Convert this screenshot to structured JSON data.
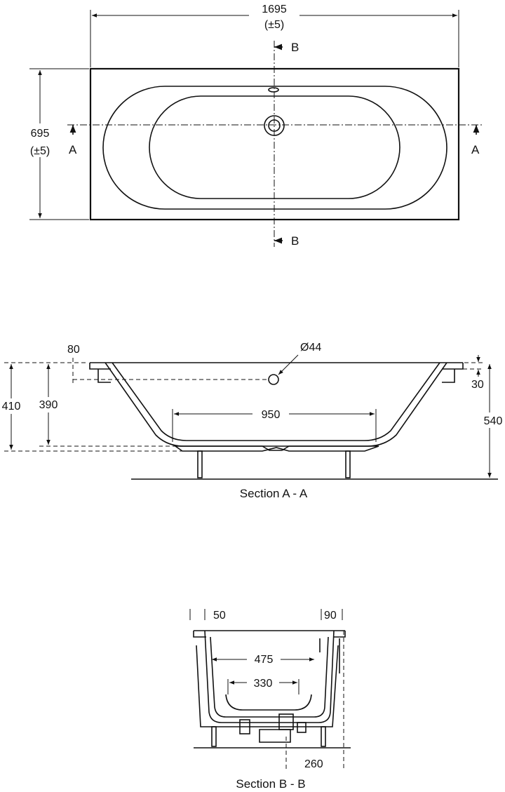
{
  "plan": {
    "length": "1695",
    "length_tol": "(±5)",
    "width": "695",
    "width_tol": "(±5)",
    "section_a": "A",
    "section_b": "B"
  },
  "section_aa": {
    "title": "Section A - A",
    "rim_width": "80",
    "waste_dia": "Ø44",
    "depth_total": "410",
    "depth_inner": "390",
    "base_length": "950",
    "rim_height": "30",
    "overall_height": "540"
  },
  "section_bb": {
    "title": "Section B - B",
    "rim_left": "50",
    "rim_right": "90",
    "top_inner": "475",
    "base_inner": "330",
    "waste_offset": "260"
  }
}
